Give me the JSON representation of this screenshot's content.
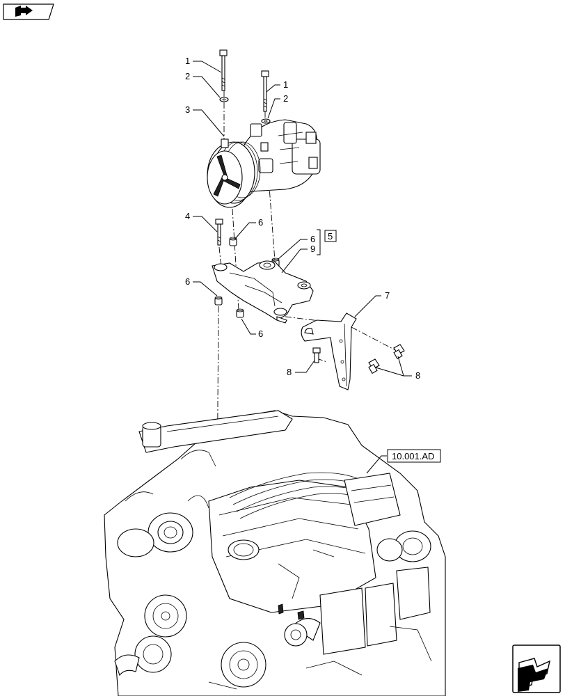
{
  "header": {
    "book_icon": "book-arrow-icon"
  },
  "callouts": [
    {
      "id": "c1a",
      "text": "1"
    },
    {
      "id": "c2a",
      "text": "2"
    },
    {
      "id": "c3",
      "text": "3"
    },
    {
      "id": "c1b",
      "text": "1"
    },
    {
      "id": "c2b",
      "text": "2"
    },
    {
      "id": "c4",
      "text": "4"
    },
    {
      "id": "c6a",
      "text": "6"
    },
    {
      "id": "c6b",
      "text": "6"
    },
    {
      "id": "c9",
      "text": "9"
    },
    {
      "id": "c5",
      "text": "5"
    },
    {
      "id": "c6c",
      "text": "6"
    },
    {
      "id": "c6d",
      "text": "6"
    },
    {
      "id": "c7",
      "text": "7"
    },
    {
      "id": "c8a",
      "text": "8"
    },
    {
      "id": "c8b",
      "text": "8"
    }
  ],
  "reference_box": {
    "text": "10.001.AD"
  },
  "footer": {
    "nav_icon": "next-page-arrow-icon"
  }
}
